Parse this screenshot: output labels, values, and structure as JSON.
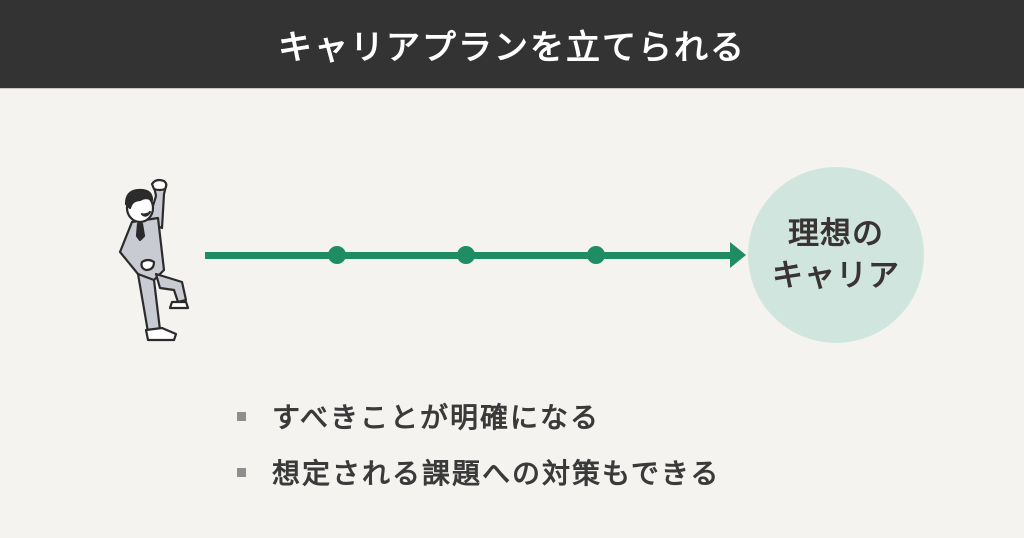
{
  "header": {
    "title": "キャリアプランを立てられる"
  },
  "diagram": {
    "start_figure": "businessman-cheering-icon",
    "timeline": {
      "color": "#1f8c66",
      "milestones": 3,
      "arrow": "arrow-right-icon"
    },
    "goal": {
      "line1": "理想の",
      "line2": "キャリア",
      "fill_color": "#cfe5dd"
    }
  },
  "benefits": {
    "items": [
      {
        "label": "すべきことが明確になる"
      },
      {
        "label": "想定される課題への対策もできる"
      }
    ]
  },
  "colors": {
    "header_bg": "#333333",
    "page_bg": "#f4f3ef",
    "accent_green": "#1f8c66",
    "text_dark": "#3a3a3a",
    "bullet_gray": "#8e8e8e"
  }
}
